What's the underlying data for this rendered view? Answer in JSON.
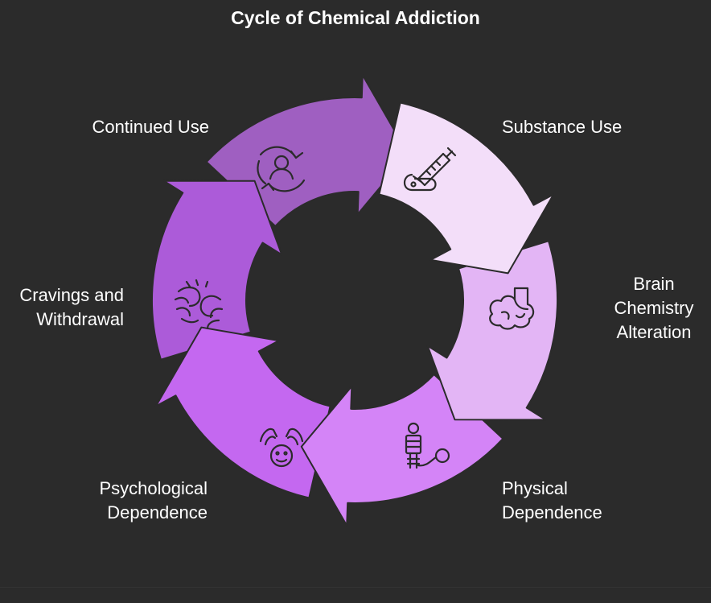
{
  "title": "Cycle of Chemical Addiction",
  "colors": {
    "background": "#2b2b2b",
    "outline": "#2b2b2b",
    "icon_stroke": "#2b2b2b",
    "label_text": "#ffffff"
  },
  "stages": [
    {
      "id": "substance-use",
      "label_lines": [
        "Substance Use"
      ],
      "color": "#f3def9",
      "icon": "syringe-icon"
    },
    {
      "id": "brain-chemistry-alteration",
      "label_lines": [
        "Brain",
        "Chemistry",
        "Alteration"
      ],
      "color": "#e3b5f5",
      "icon": "brain-icon"
    },
    {
      "id": "physical-dependence",
      "label_lines": [
        "Physical",
        "Dependence"
      ],
      "color": "#d484f7",
      "icon": "ball-and-chain-icon"
    },
    {
      "id": "psychological-dependence",
      "label_lines": [
        "Psychological",
        "Dependence"
      ],
      "color": "#c468f0",
      "icon": "hands-on-head-icon"
    },
    {
      "id": "cravings-and-withdrawal",
      "label_lines": [
        "Cravings and",
        "Withdrawal"
      ],
      "color": "#ac5bd9",
      "icon": "grasping-hands-icon"
    },
    {
      "id": "continued-use",
      "label_lines": [
        "Continued Use"
      ],
      "color": "#9f5fc1",
      "icon": "person-cycle-icon"
    }
  ]
}
